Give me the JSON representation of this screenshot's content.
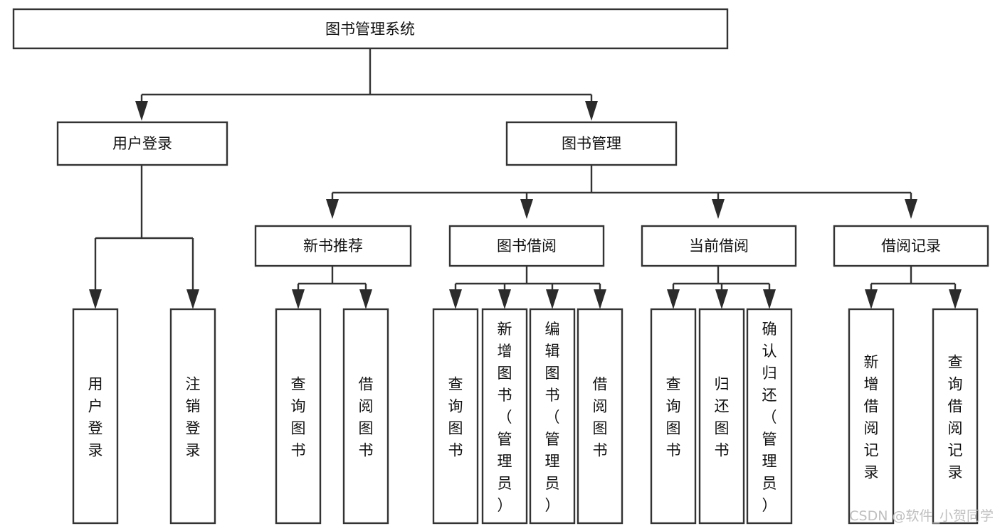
{
  "diagram": {
    "type": "tree",
    "title": "图书管理系统",
    "orientation": "top-down",
    "background_color": "#ffffff",
    "line_color": "#333333",
    "text_color": "#111111",
    "root": {
      "label": "图书管理系统"
    },
    "level2": [
      {
        "label": "用户登录"
      },
      {
        "label": "图书管理"
      }
    ],
    "level3": [
      {
        "label": "新书推荐"
      },
      {
        "label": "图书借阅"
      },
      {
        "label": "当前借阅"
      },
      {
        "label": "借阅记录"
      }
    ],
    "leaves_user_login": [
      {
        "label": "用户登录"
      },
      {
        "label": "注销登录"
      }
    ],
    "leaves_new_book": [
      {
        "label": "查询图书"
      },
      {
        "label": "借阅图书"
      }
    ],
    "leaves_borrow": [
      {
        "label": "查询图书"
      },
      {
        "label": "新增图书（管理员）"
      },
      {
        "label": "编辑图书（管理员）"
      },
      {
        "label": "借阅图书"
      }
    ],
    "leaves_current": [
      {
        "label": "查询图书"
      },
      {
        "label": "归还图书"
      },
      {
        "label": "确认归还（管理员）"
      }
    ],
    "leaves_record": [
      {
        "label": "新增借阅记录"
      },
      {
        "label": "查询借阅记录"
      }
    ]
  },
  "watermark": {
    "text": "CSDN @软件_小贺同学"
  }
}
